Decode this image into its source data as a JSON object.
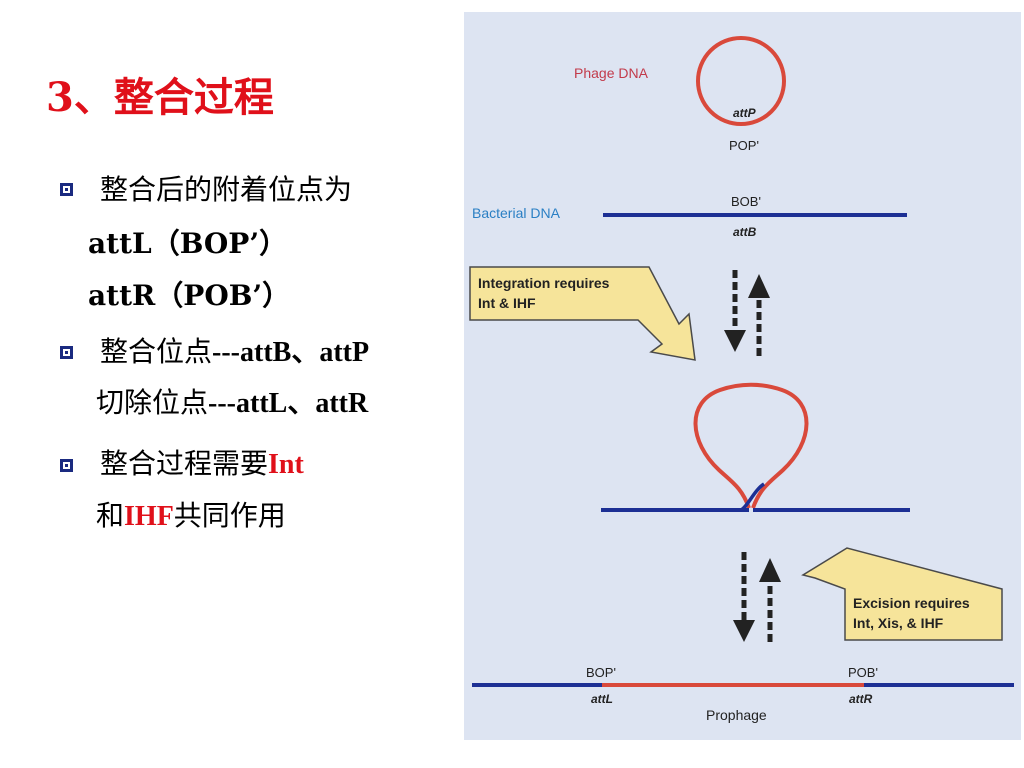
{
  "slide": {
    "title": "3、整合过程",
    "bullets": {
      "b1_line1": "整合后的附着位点为",
      "b1_line2": "attL（BOP’）",
      "b1_line3": "attR（POB’）",
      "b2_line1_prefix": "整合位点",
      "b2_line1_rest": "---attB、attP",
      "b2_line2_prefix": "切除位点",
      "b2_line2_rest": "---attL、attR",
      "b3_line1_prefix": "整合过程需要",
      "b3_line1_red": "Int",
      "b3_line2_prefix": "和",
      "b3_line2_red": "IHF",
      "b3_line2_suffix": "共同作用"
    }
  },
  "figure": {
    "phage_dna_label": "Phage DNA",
    "attp_label": "attP",
    "pop_label": "POP'",
    "bacterial_dna_label": "Bacterial DNA",
    "bob_label": "BOB'",
    "attb_label": "attB",
    "integration_line1": "Integration requires",
    "integration_line2": "Int & IHF",
    "excision_line1": "Excision requires",
    "excision_line2": "Int, Xis,  & IHF",
    "bop_label": "BOP'",
    "attl_label": "attL",
    "pob_label": "POB'",
    "attr_label": "attR",
    "prophage_label": "Prophage",
    "colors": {
      "phage": "#d9493b",
      "bacterial": "#1c2f94",
      "callout_fill": "#f6e49a",
      "callout_stroke": "#4a4a4a",
      "panel_bg": "#dde4f2",
      "title_red": "#e0101a"
    }
  }
}
